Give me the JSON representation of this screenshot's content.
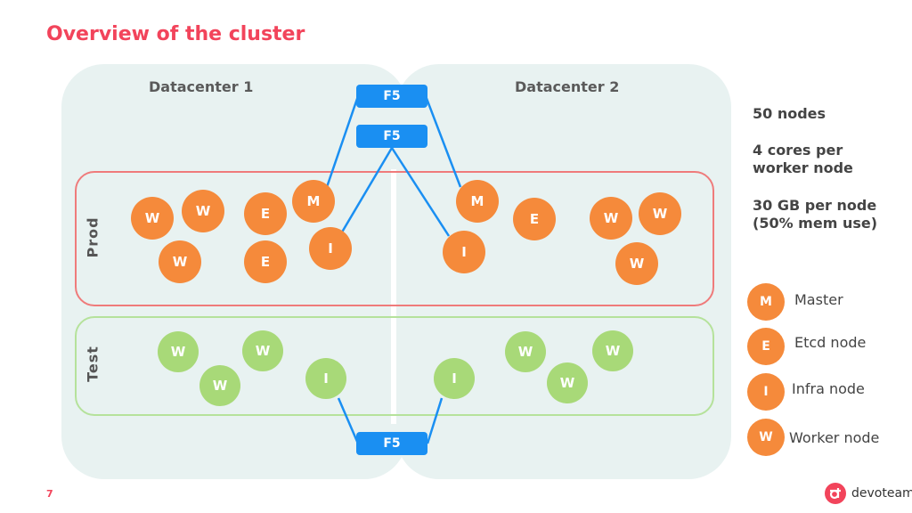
{
  "title": "Overview of the cluster",
  "datacenters": [
    {
      "label": "Datacenter 1"
    },
    {
      "label": "Datacenter 2"
    }
  ],
  "zones": {
    "prod": "Prod",
    "test": "Test"
  },
  "load_balancers": [
    "F5",
    "F5",
    "F5"
  ],
  "nodes": {
    "prod_dc1": [
      "W",
      "W",
      "E",
      "M",
      "W",
      "E",
      "I"
    ],
    "prod_dc2": [
      "M",
      "E",
      "W",
      "W",
      "I",
      "W"
    ],
    "test_dc1": [
      "W",
      "W",
      "W",
      "I"
    ],
    "test_dc2": [
      "I",
      "W",
      "W",
      "W"
    ]
  },
  "stats": {
    "nodes": "50 nodes",
    "cores_line1": "4 cores per",
    "cores_line2": "worker node",
    "mem_line1": "30 GB per node",
    "mem_line2": "(50% mem use)"
  },
  "legend": [
    {
      "letter": "M",
      "label": "Master"
    },
    {
      "letter": "E",
      "label": "Etcd node"
    },
    {
      "letter": "I",
      "label": "Infra node"
    },
    {
      "letter": "W",
      "label": "Worker node"
    }
  ],
  "colors": {
    "title": "#f2445b",
    "prod_node": "#f58a3b",
    "test_node": "#a8d978",
    "f5": "#1a8ff2",
    "prod_border": "#ef7b7b",
    "test_border": "#b5e29b",
    "dc_background": "#e8f2f1"
  },
  "footer": {
    "page_number": "7",
    "brand": "devoteam"
  }
}
